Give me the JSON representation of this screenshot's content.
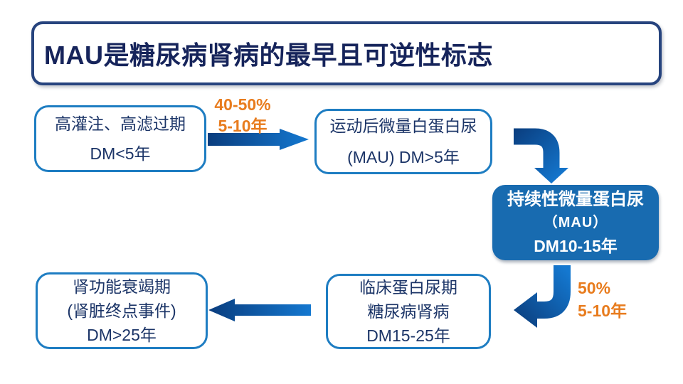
{
  "slide": {
    "title": "MAU是糖尿病肾病的最早且可逆性标志"
  },
  "colors": {
    "title_text": "#16245B",
    "title_border": "#27447E",
    "box_border": "#1E7DC2",
    "box_text": "#1B3467",
    "highlight_fill": "#186BB0",
    "highlight_text": "#FFFFFF",
    "arrow_dark": "#0A3D7E",
    "arrow_bright": "#1478D0",
    "transition_label": "#E87C1E"
  },
  "flow": {
    "box1": {
      "lines": [
        "高灌注、高滤过期",
        "DM<5年"
      ]
    },
    "transition1": {
      "lines": [
        "40-50%",
        "5-10年"
      ]
    },
    "box2": {
      "lines": [
        "运动后微量白蛋白尿",
        "(MAU) DM>5年"
      ]
    },
    "box3": {
      "lines": [
        "持续性微量蛋白尿",
        "（MAU）",
        "DM10-15年"
      ]
    },
    "transition2": {
      "lines": [
        "50%",
        "5-10年"
      ]
    },
    "box4": {
      "lines": [
        "临床蛋白尿期",
        "糖尿病肾病",
        "DM15-25年"
      ]
    },
    "box5": {
      "lines": [
        "肾功能衰竭期",
        "(肾脏终点事件)",
        "DM>25年"
      ]
    }
  }
}
